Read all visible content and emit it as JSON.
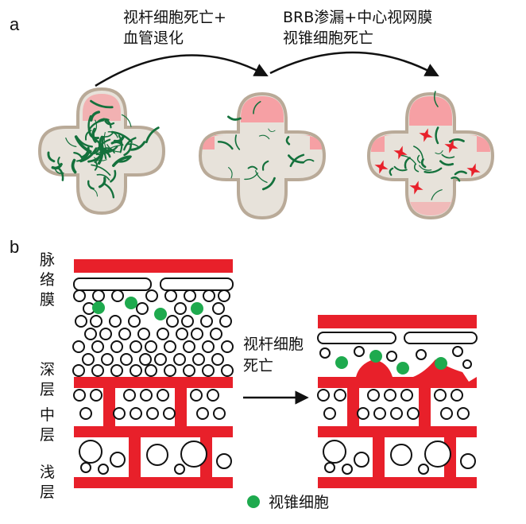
{
  "panel_a": {
    "label": "a",
    "caption_1": [
      "视杆细胞死亡+",
      "血管退化"
    ],
    "caption_2": [
      "BRB渗漏+中心视网膜",
      "视锥细胞死亡"
    ]
  },
  "panel_b": {
    "label": "b",
    "layers": {
      "choroid": [
        "脉",
        "络",
        "膜"
      ],
      "deep": [
        "深",
        "层"
      ],
      "middle": [
        "中",
        "层"
      ],
      "superficial": [
        "浅",
        "层"
      ]
    },
    "transition_caption": [
      "视杆细胞",
      "死亡"
    ],
    "legend_label": "视锥细胞"
  },
  "colors": {
    "vessel_red": "#e8202a",
    "neovessel_green": "#14713c",
    "cone_green": "#1eaa4e",
    "retina_fill": "#e7e2da",
    "retina_border": "#b9aa98",
    "ischemic_pink": "#f6a0a4",
    "hemorrhage_red": "#e8202a"
  }
}
